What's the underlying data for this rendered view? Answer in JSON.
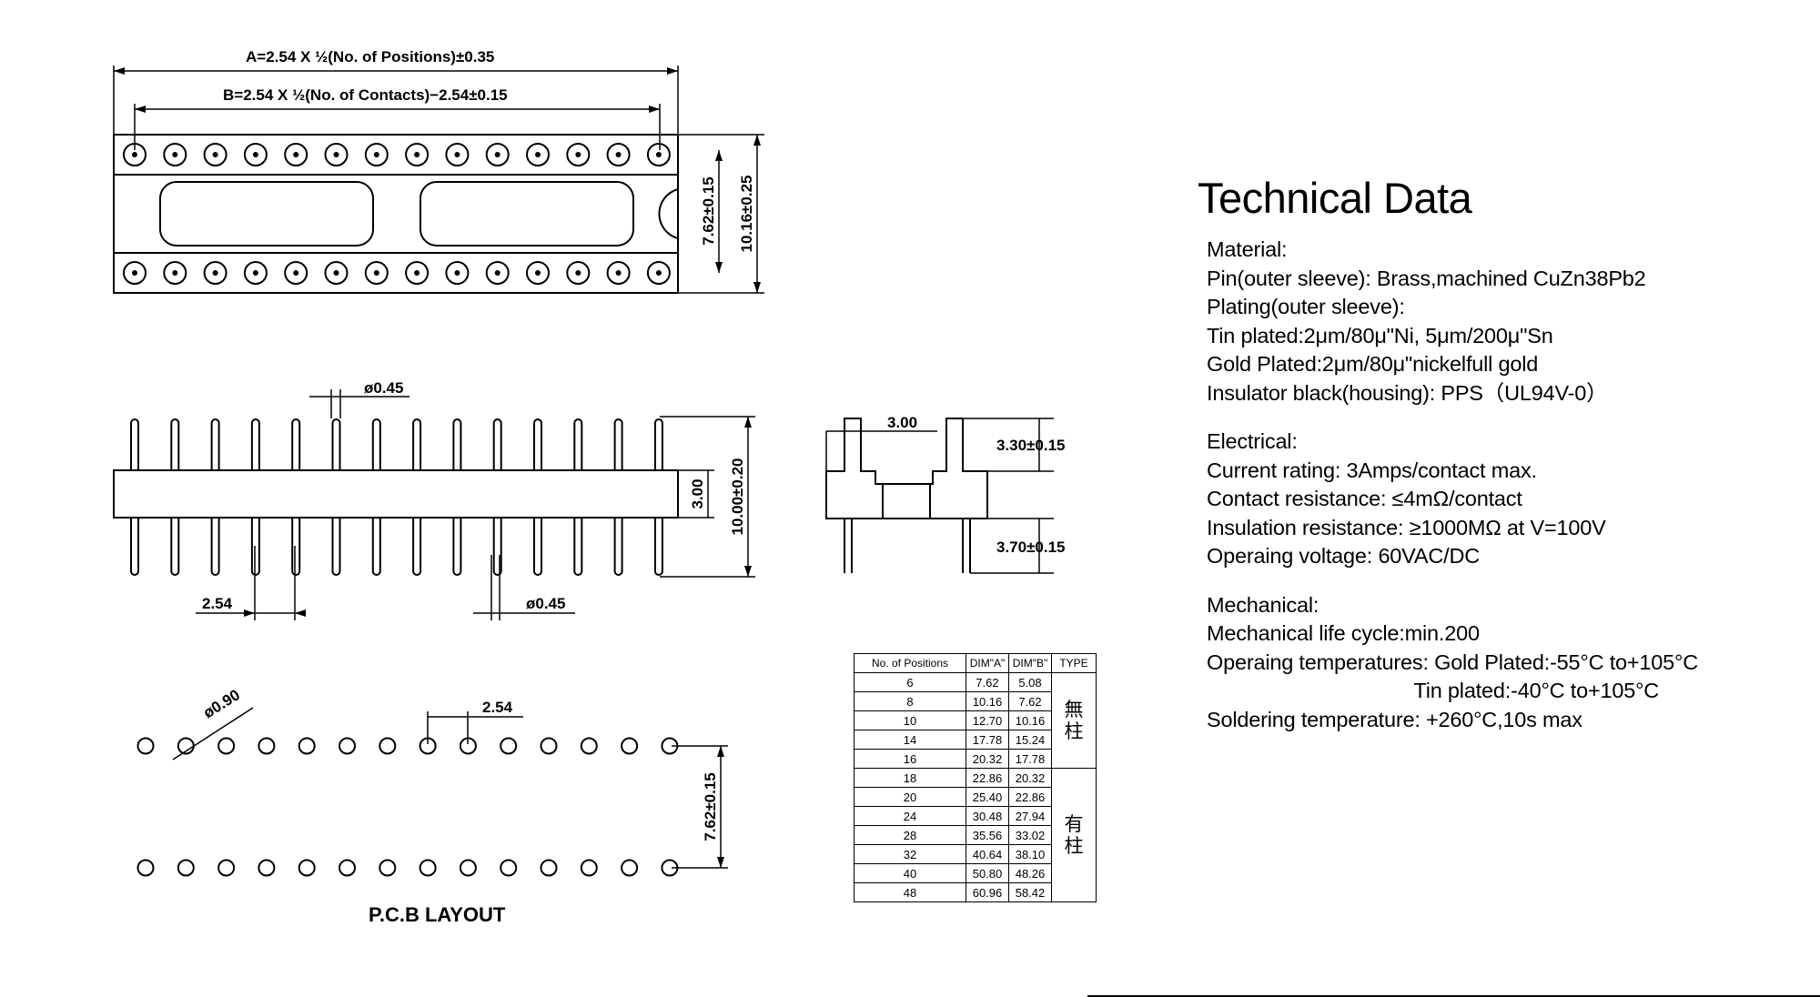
{
  "drawing": {
    "top_view": {
      "dim_a": "A=2.54 X ½(No. of Positions)±0.35",
      "dim_b": "B=2.54 X ½(No. of Contacts)−2.54±0.15",
      "dim_row_spacing": "7.62±0.15",
      "dim_width": "10.16±0.25"
    },
    "side_view": {
      "dim_pin_dia_top": "ø0.45",
      "dim_pin_dia_bottom": "ø0.45",
      "dim_pitch": "2.54",
      "dim_body_height": "3.00",
      "dim_total_height": "10.00±0.20"
    },
    "end_view": {
      "dim_width": "3.00",
      "dim_upper": "3.30±0.15",
      "dim_lower": "3.70±0.15"
    },
    "pcb": {
      "dim_hole": "ø0.90",
      "dim_pitch": "2.54",
      "dim_row": "7.62±0.15",
      "title": "P.C.B LAYOUT"
    }
  },
  "table": {
    "headers": [
      "No. of Positions",
      "DIM\"A\"",
      "DIM\"B\"",
      "TYPE"
    ],
    "rows": [
      [
        "6",
        "7.62",
        "5.08"
      ],
      [
        "8",
        "10.16",
        "7.62"
      ],
      [
        "10",
        "12.70",
        "10.16"
      ],
      [
        "14",
        "17.78",
        "15.24"
      ],
      [
        "16",
        "20.32",
        "17.78"
      ],
      [
        "18",
        "22.86",
        "20.32"
      ],
      [
        "20",
        "25.40",
        "22.86"
      ],
      [
        "24",
        "30.48",
        "27.94"
      ],
      [
        "28",
        "35.56",
        "33.02"
      ],
      [
        "32",
        "40.64",
        "38.10"
      ],
      [
        "40",
        "50.80",
        "48.26"
      ],
      [
        "48",
        "60.96",
        "58.42"
      ]
    ],
    "type_groups": [
      {
        "label": "無柱",
        "rows": 5
      },
      {
        "label": "有柱",
        "rows": 7
      }
    ]
  },
  "tech": {
    "title": "Technical Data",
    "material": {
      "heading": "Material:",
      "lines": [
        "Pin(outer sleeve): Brass,machined CuZn38Pb2",
        "Plating(outer sleeve):",
        "Tin plated:2μm/80μ\"Ni, 5μm/200μ\"Sn",
        "Gold Plated:2μm/80μ\"nickelfull gold",
        "Insulator black(housing): PPS（UL94V-0）"
      ]
    },
    "electrical": {
      "heading": "Electrical:",
      "lines": [
        "Current rating: 3Amps/contact max.",
        "Contact resistance: ≤4mΩ/contact",
        "Insulation resistance: ≥1000MΩ at V=100V",
        "Operaing voltage: 60VAC/DC"
      ]
    },
    "mechanical": {
      "heading": "Mechanical:",
      "lines": [
        "Mechanical life cycle:min.200",
        "Operaing temperatures: Gold Plated:-55°C to+105°C",
        "                                    Tin plated:-40°C to+105°C",
        "Soldering temperature: +260°C,10s max"
      ]
    }
  }
}
